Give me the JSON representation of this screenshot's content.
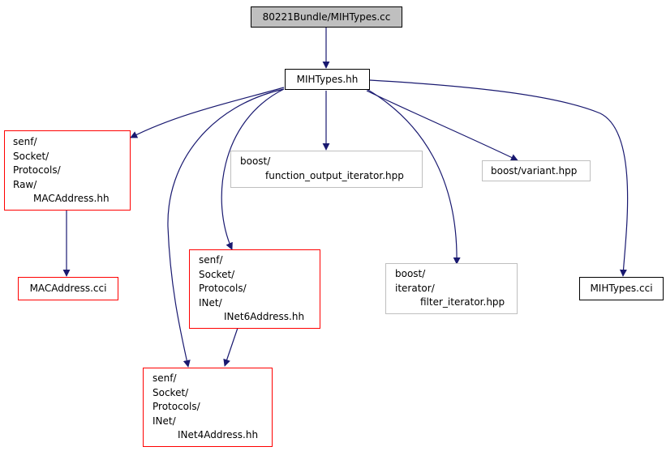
{
  "nodes": {
    "root": [
      "80221Bundle/MIHTypes.cc"
    ],
    "mihtypes_hh": [
      "MIHTypes.hh"
    ],
    "macaddress_hh": [
      "senf/",
      "Socket/",
      "Protocols/",
      "Raw/",
      "MACAddress.hh"
    ],
    "function_output_iterator": [
      "boost/",
      "function_output_iterator.hpp"
    ],
    "variant": [
      "boost/variant.hpp"
    ],
    "macaddress_cci": [
      "MACAddress.cci"
    ],
    "inet6address_hh": [
      "senf/",
      "Socket/",
      "Protocols/",
      "INet/",
      "INet6Address.hh"
    ],
    "filter_iterator": [
      "boost/",
      "iterator/",
      "filter_iterator.hpp"
    ],
    "mihtypes_cci": [
      "MIHTypes.cci"
    ],
    "inet4address_hh": [
      "senf/",
      "Socket/",
      "Protocols/",
      "INet/",
      "INet4Address.hh"
    ]
  },
  "colors": {
    "edge": "#191970",
    "red_border": "#ff0000",
    "gray_border": "#bfbfbf",
    "root_fill": "#bfbfbf"
  }
}
